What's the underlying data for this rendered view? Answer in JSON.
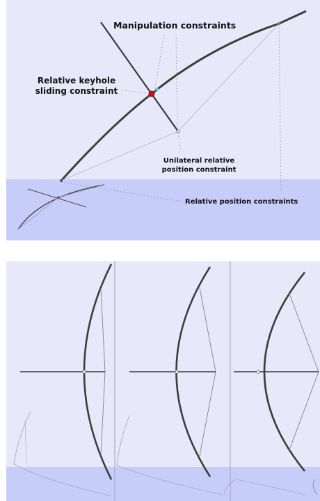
{
  "top_panel": {
    "labels": {
      "manipulation": "Manipulation constraints",
      "keyhole_line1": "Relative keyhole",
      "keyhole_line2": "sliding constraint",
      "unilateral_line1": "Unilateral relative",
      "unilateral_line2": "position constraint",
      "relative_position": "Relative position constraints"
    }
  },
  "bottom_panel": {
    "frames": [
      "frame-1",
      "frame-2",
      "frame-3"
    ]
  },
  "colors": {
    "background_upper": "#e8e8fb",
    "background_ground": "#c6cdf9",
    "limb": "#3c4038",
    "string": "#8c8c96",
    "arrow": "#3a3a3a",
    "contact_point": "#cc1010",
    "dotted_line": "#9a9a9a"
  }
}
